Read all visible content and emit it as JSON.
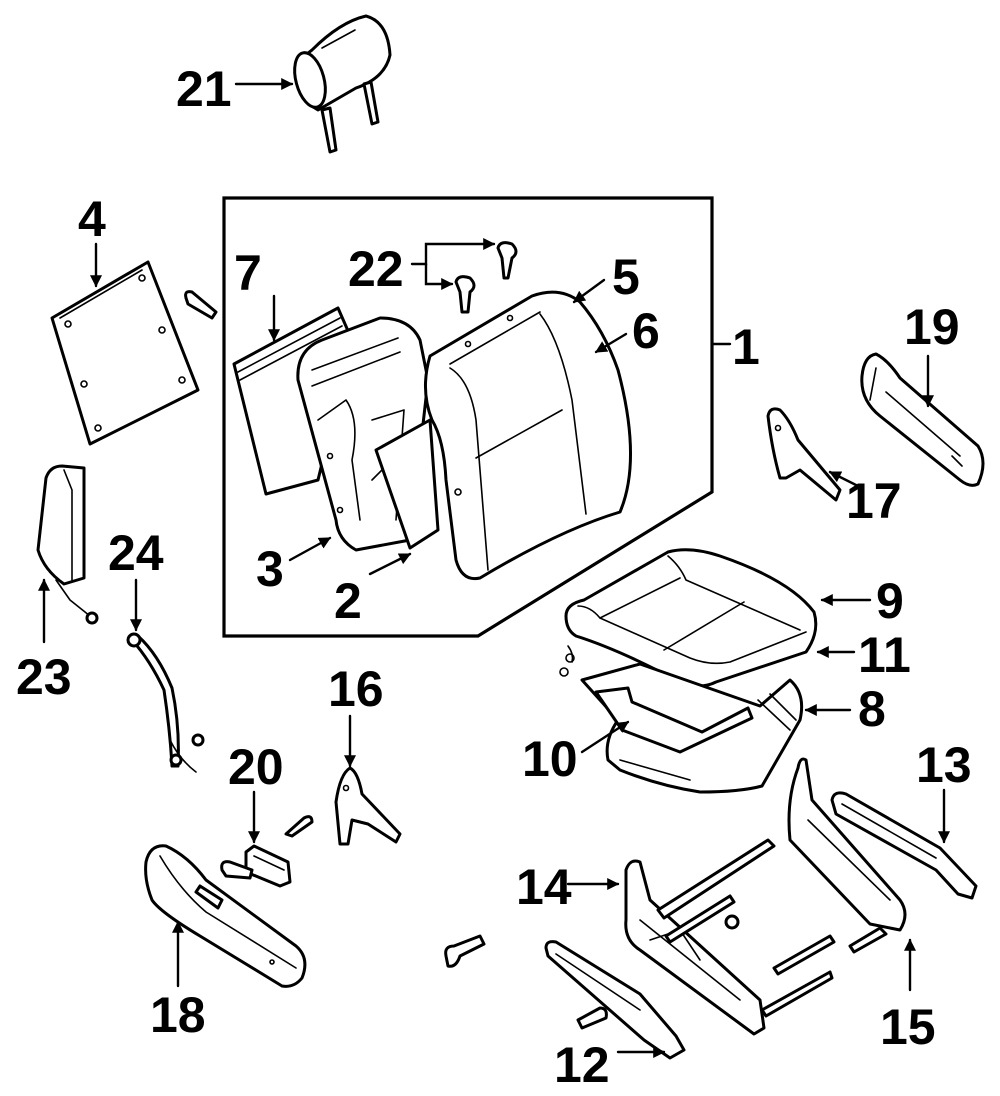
{
  "diagram": {
    "title": "Seat assembly exploded parts diagram",
    "colors": {
      "ink": "#000000",
      "paper": "#ffffff"
    },
    "callouts": {
      "c1": "1",
      "c2": "2",
      "c3": "3",
      "c4": "4",
      "c5": "5",
      "c6": "6",
      "c7": "7",
      "c8": "8",
      "c9": "9",
      "c10": "10",
      "c11": "11",
      "c12": "12",
      "c13": "13",
      "c14": "14",
      "c15": "15",
      "c16": "16",
      "c17": "17",
      "c18": "18",
      "c19": "19",
      "c20": "20",
      "c21": "21",
      "c22": "22",
      "c23": "23",
      "c24": "24"
    },
    "parts": [
      {
        "ref": "1",
        "name": "seat back assembly (boxed group)"
      },
      {
        "ref": "2",
        "name": "seat back pad"
      },
      {
        "ref": "3",
        "name": "seat back frame"
      },
      {
        "ref": "4",
        "name": "back panel"
      },
      {
        "ref": "5",
        "name": "seat back cover"
      },
      {
        "ref": "6",
        "name": "seat back cover trim"
      },
      {
        "ref": "7",
        "name": "back board"
      },
      {
        "ref": "8",
        "name": "cushion frame"
      },
      {
        "ref": "9",
        "name": "cushion cover"
      },
      {
        "ref": "10",
        "name": "cushion pad"
      },
      {
        "ref": "11",
        "name": "cushion cover trim"
      },
      {
        "ref": "12",
        "name": "inner track"
      },
      {
        "ref": "13",
        "name": "outer track"
      },
      {
        "ref": "14",
        "name": "seat adjuster inner"
      },
      {
        "ref": "15",
        "name": "seat adjuster outer"
      },
      {
        "ref": "16",
        "name": "hinge cover"
      },
      {
        "ref": "17",
        "name": "recliner cover"
      },
      {
        "ref": "18",
        "name": "side shield"
      },
      {
        "ref": "19",
        "name": "outer shield"
      },
      {
        "ref": "20",
        "name": "switch"
      },
      {
        "ref": "21",
        "name": "headrest"
      },
      {
        "ref": "22",
        "name": "guide / clips"
      },
      {
        "ref": "23",
        "name": "side air bag"
      },
      {
        "ref": "24",
        "name": "wire harness"
      }
    ]
  }
}
